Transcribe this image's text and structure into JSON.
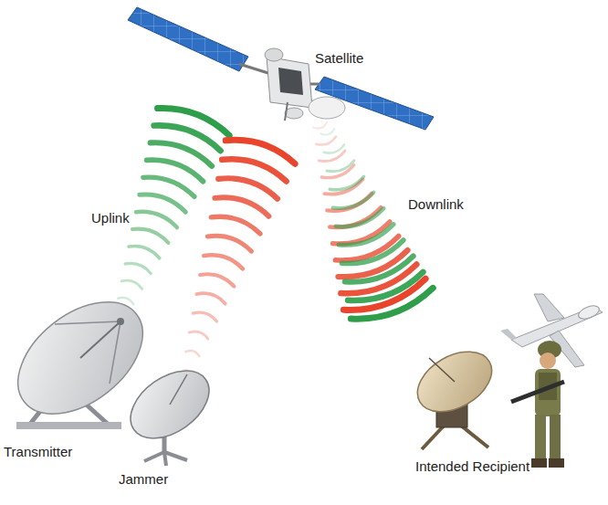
{
  "diagram": {
    "labels": [
      "Satellite",
      "Uplink",
      "Downlink",
      "Transmitter",
      "Jammer",
      "Intended Recipient"
    ]
  }
}
